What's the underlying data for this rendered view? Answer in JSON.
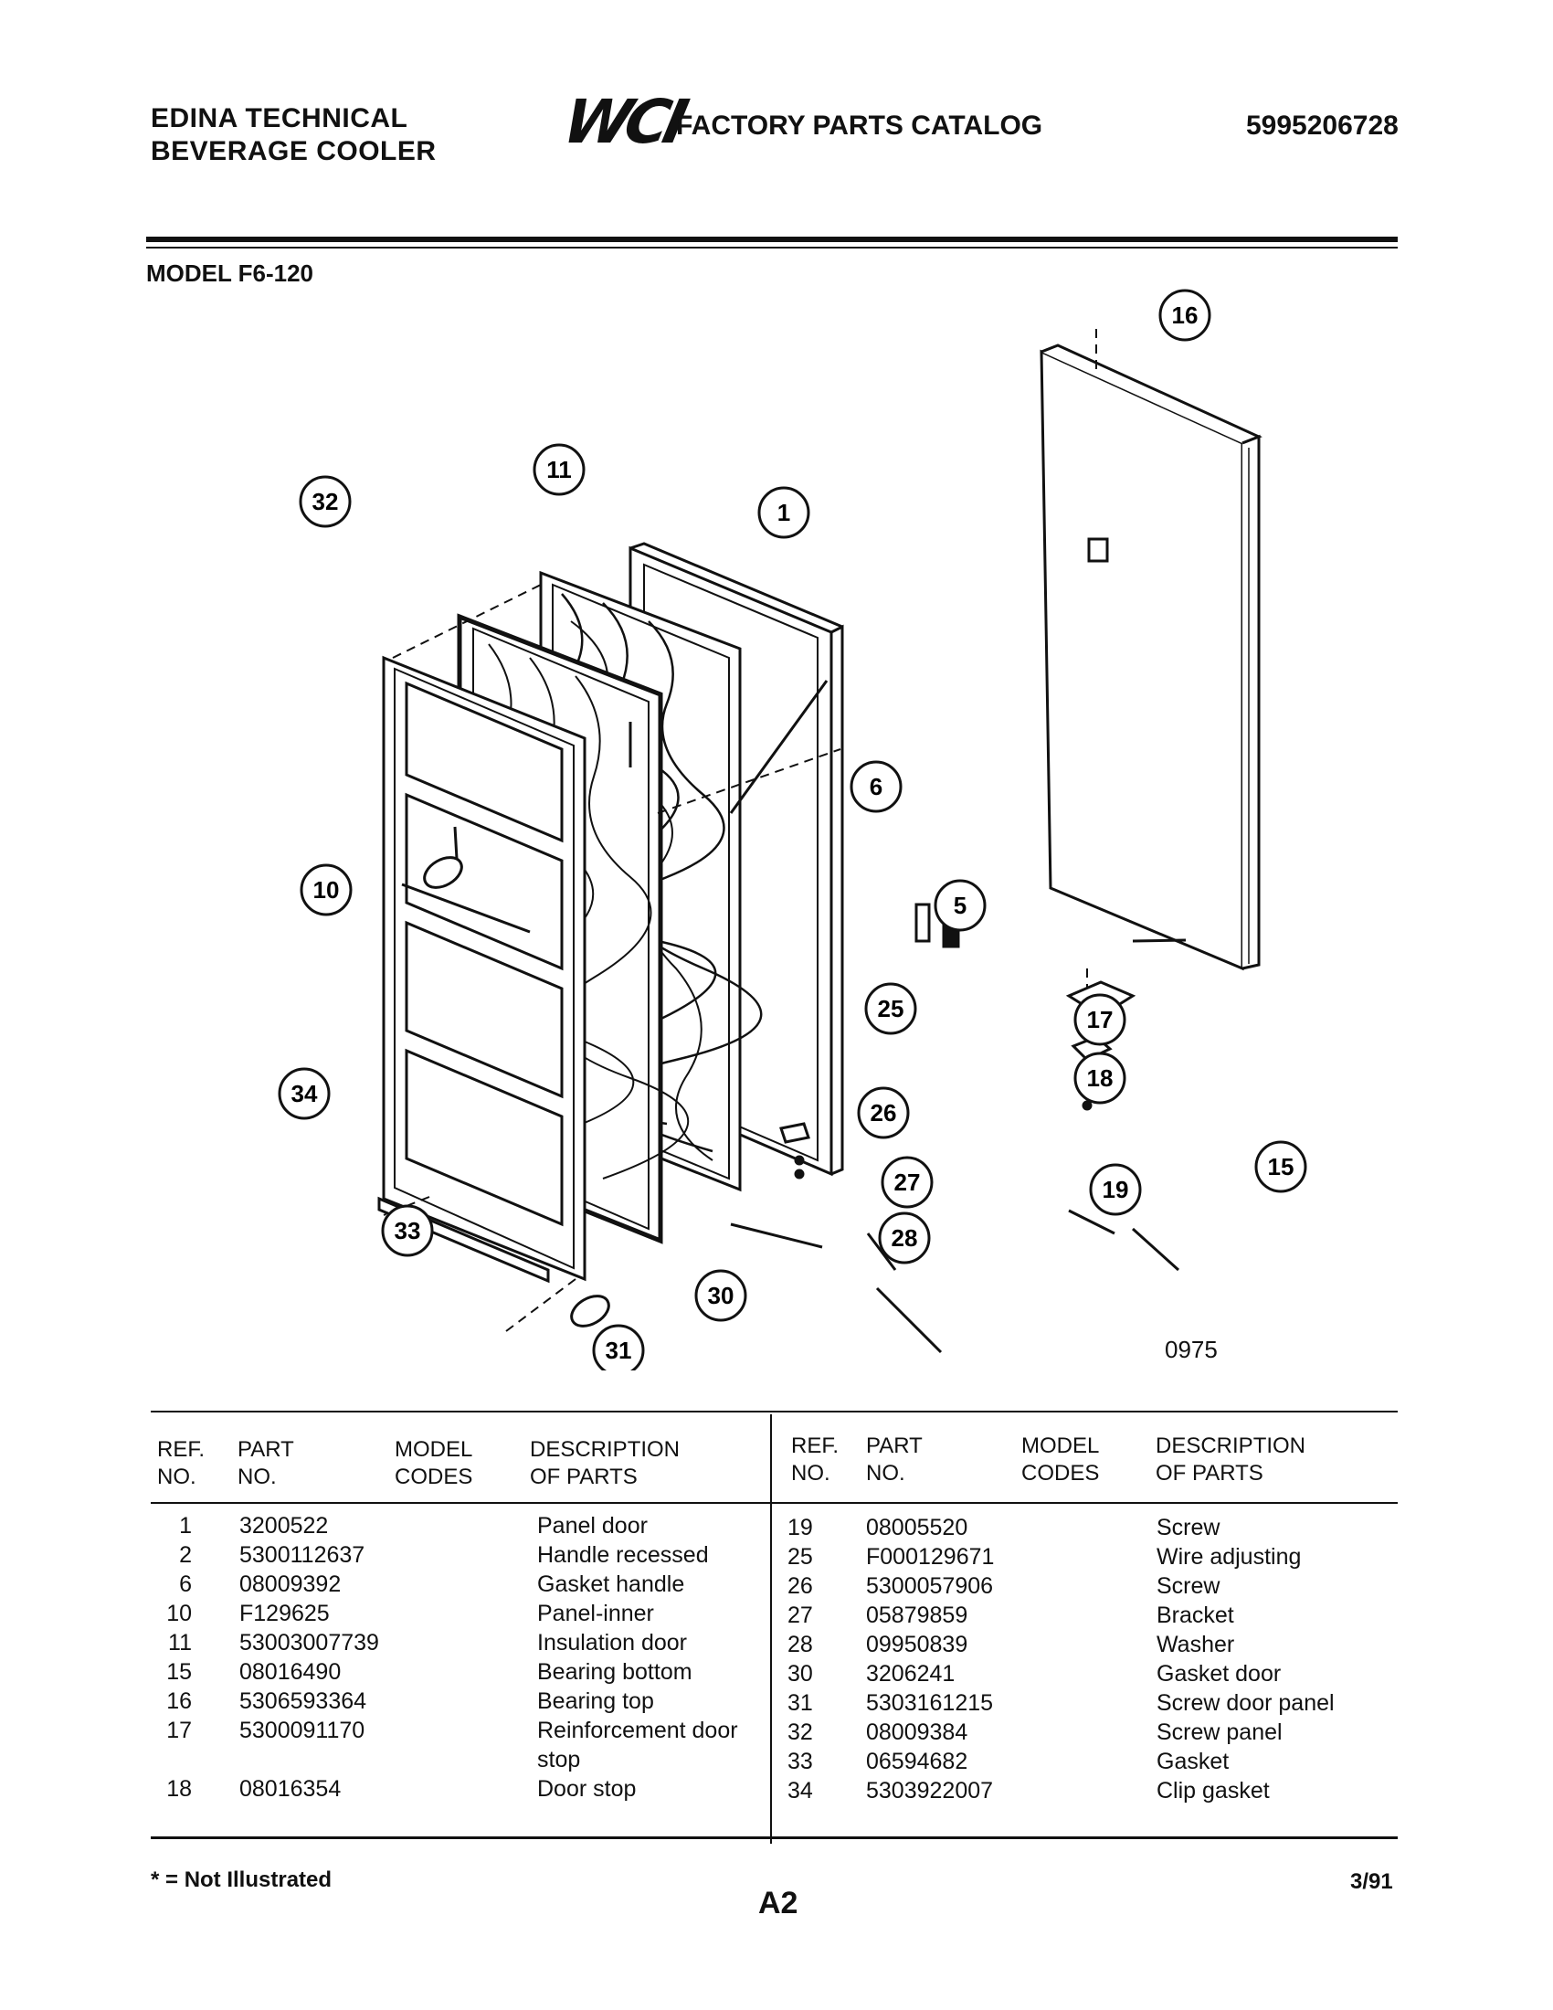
{
  "header": {
    "brand_line1": "EDINA TECHNICAL",
    "brand_line2": "BEVERAGE COOLER",
    "logo": "WCI",
    "catalog_title": "FACTORY PARTS CATALOG",
    "catalog_number": "5995206728"
  },
  "model": "MODEL F6-120",
  "diagram": {
    "code": "0975",
    "callouts": [
      "1",
      "5",
      "6",
      "10",
      "11",
      "15",
      "16",
      "17",
      "18",
      "19",
      "25",
      "26",
      "27",
      "28",
      "30",
      "31",
      "32",
      "33",
      "34"
    ]
  },
  "table": {
    "headers": {
      "ref": [
        "REF.",
        "NO."
      ],
      "part": [
        "PART",
        "NO."
      ],
      "model": [
        "MODEL",
        "CODES"
      ],
      "desc": [
        "DESCRIPTION",
        "OF PARTS"
      ]
    },
    "left_rows": [
      {
        "ref": "1",
        "part": "3200522",
        "desc": "Panel door"
      },
      {
        "ref": "2",
        "part": "5300112637",
        "desc": "Handle recessed"
      },
      {
        "ref": "6",
        "part": "08009392",
        "desc": "Gasket handle"
      },
      {
        "ref": "10",
        "part": "F129625",
        "desc": "Panel-inner"
      },
      {
        "ref": "11",
        "part": "53003007739",
        "desc": "Insulation door"
      },
      {
        "ref": "15",
        "part": "08016490",
        "desc": "Bearing bottom"
      },
      {
        "ref": "16",
        "part": "5306593364",
        "desc": "Bearing top"
      },
      {
        "ref": "17",
        "part": "5300091170",
        "desc": "Reinforcement door",
        "desc2": "stop"
      },
      {
        "ref": "18",
        "part": "08016354",
        "desc": "Door stop"
      }
    ],
    "right_rows": [
      {
        "ref": "19",
        "part": "08005520",
        "desc": "Screw"
      },
      {
        "ref": "25",
        "part": "F000129671",
        "desc": "Wire adjusting"
      },
      {
        "ref": "26",
        "part": "5300057906",
        "desc": "Screw"
      },
      {
        "ref": "27",
        "part": "05879859",
        "desc": "Bracket"
      },
      {
        "ref": "28",
        "part": "09950839",
        "desc": "Washer"
      },
      {
        "ref": "30",
        "part": "3206241",
        "desc": "Gasket door"
      },
      {
        "ref": "31",
        "part": "5303161215",
        "desc": "Screw door panel"
      },
      {
        "ref": "32",
        "part": "08009384",
        "desc": "Screw panel"
      },
      {
        "ref": "33",
        "part": "06594682",
        "desc": "Gasket"
      },
      {
        "ref": "34",
        "part": "5303922007",
        "desc": "Clip gasket"
      }
    ]
  },
  "footer": {
    "note": "* = Not Illustrated",
    "page": "A2",
    "date": "3/91"
  }
}
